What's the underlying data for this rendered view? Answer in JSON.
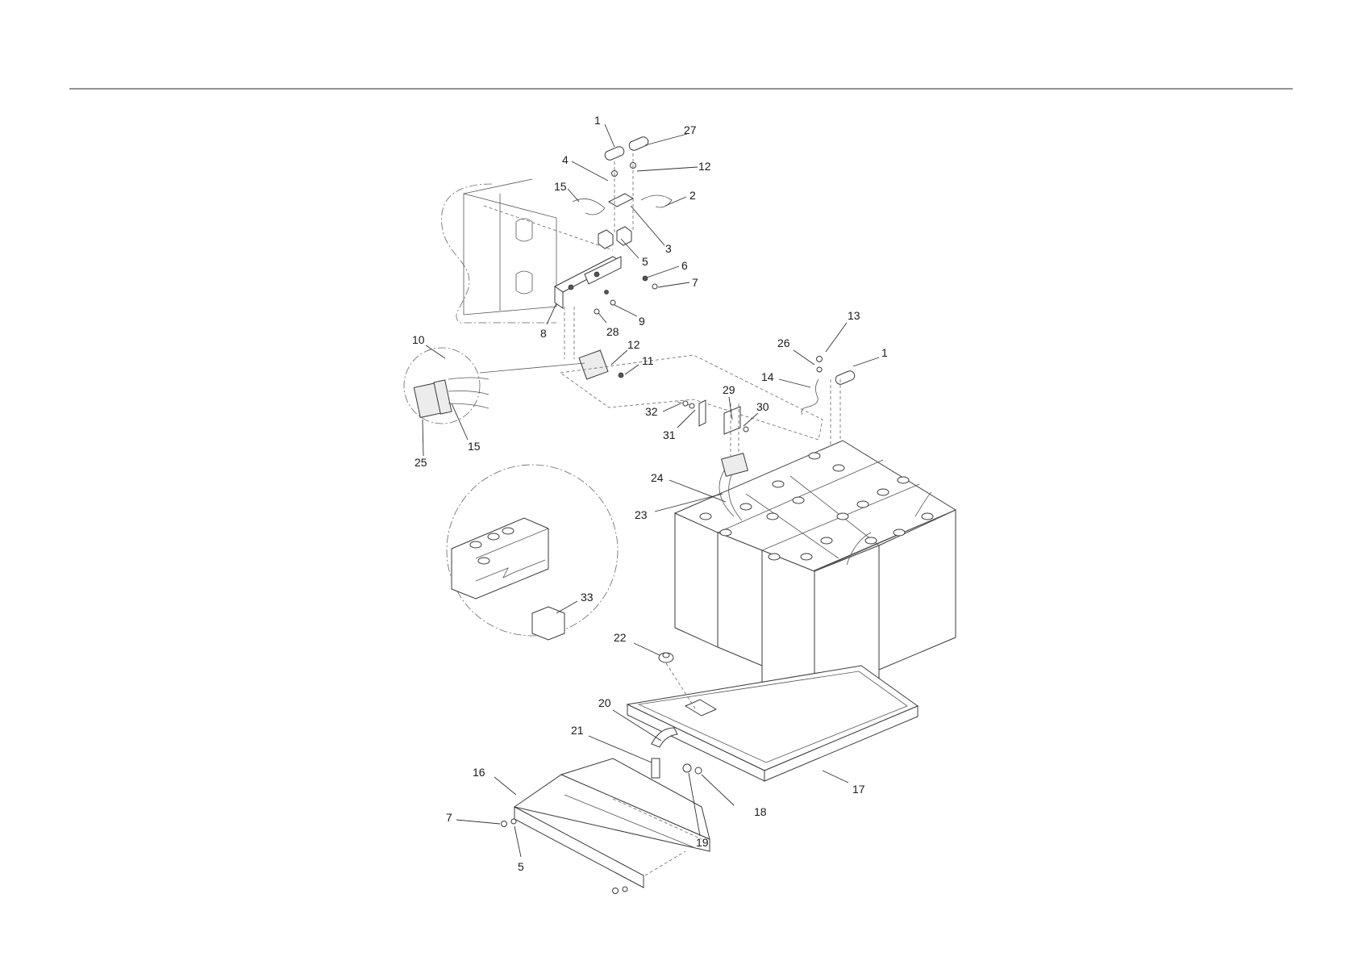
{
  "colors": {
    "line": "#3a3a3a",
    "paper": "#ffffff",
    "rule": "#555555"
  },
  "callouts": {
    "c1_top": "1",
    "c27": "27",
    "c4": "4",
    "c12_top": "12",
    "c15_top": "15",
    "c2": "2",
    "c3": "3",
    "c5_top": "5",
    "c6": "6",
    "c7_top": "7",
    "c9": "9",
    "c8": "8",
    "c28": "28",
    "c10": "10",
    "c12_mid": "12",
    "c11": "11",
    "c25": "25",
    "c15_mid": "15",
    "c13": "13",
    "c26": "26",
    "c1_right": "1",
    "c14": "14",
    "c29": "29",
    "c30": "30",
    "c32": "32",
    "c31": "31",
    "c24": "24",
    "c23": "23",
    "c33": "33",
    "c22": "22",
    "c20": "20",
    "c21": "21",
    "c16": "16",
    "c7_bottom": "7",
    "c5_bottom": "5",
    "c19": "19",
    "c18": "18",
    "c17": "17"
  }
}
